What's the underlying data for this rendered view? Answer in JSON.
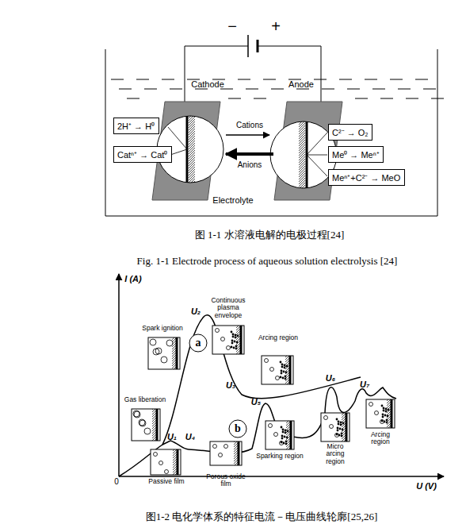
{
  "diagram": {
    "nodes": [
      {
        "text": [
          "2H⁺ → H⁰"
        ]
      },
      {
        "text": [
          "Catⁿ⁺ → Cat⁰"
        ]
      },
      {
        "text": [
          "C²⁻ → O₂"
        ]
      },
      {
        "text": [
          "Me⁰ → Meⁿ⁺"
        ]
      },
      {
        "text": [
          "Meⁿ⁺+C²⁻ → MeO"
        ]
      },
      {
        "text": [
          "a"
        ]
      },
      {
        "text": [
          "b"
        ]
      }
    ],
    "labels": [
      "−",
      "+",
      "Cathode",
      "Anode",
      "Cations",
      "Anions",
      "Electrolyte",
      "图 1-1  水溶液电解的电极过程[24]",
      "Fig. 1-1 Electrode process of aqueous solution electrolysis [24]",
      "I (A)",
      "U (V)",
      "0",
      "U₁",
      "U₂",
      "U₃",
      "U₄",
      "U₅",
      "U₆",
      "U₇",
      "Spark ignition",
      "Continuous plasma envelope",
      "Arcing region",
      "Gas liberation",
      "Passive film",
      "Porous oxide film",
      "Sparking region",
      "Micro arcing region",
      "Arcing region",
      "图1-2  电化学体系的特征电流－电压曲线轮廓[25,26]"
    ]
  }
}
